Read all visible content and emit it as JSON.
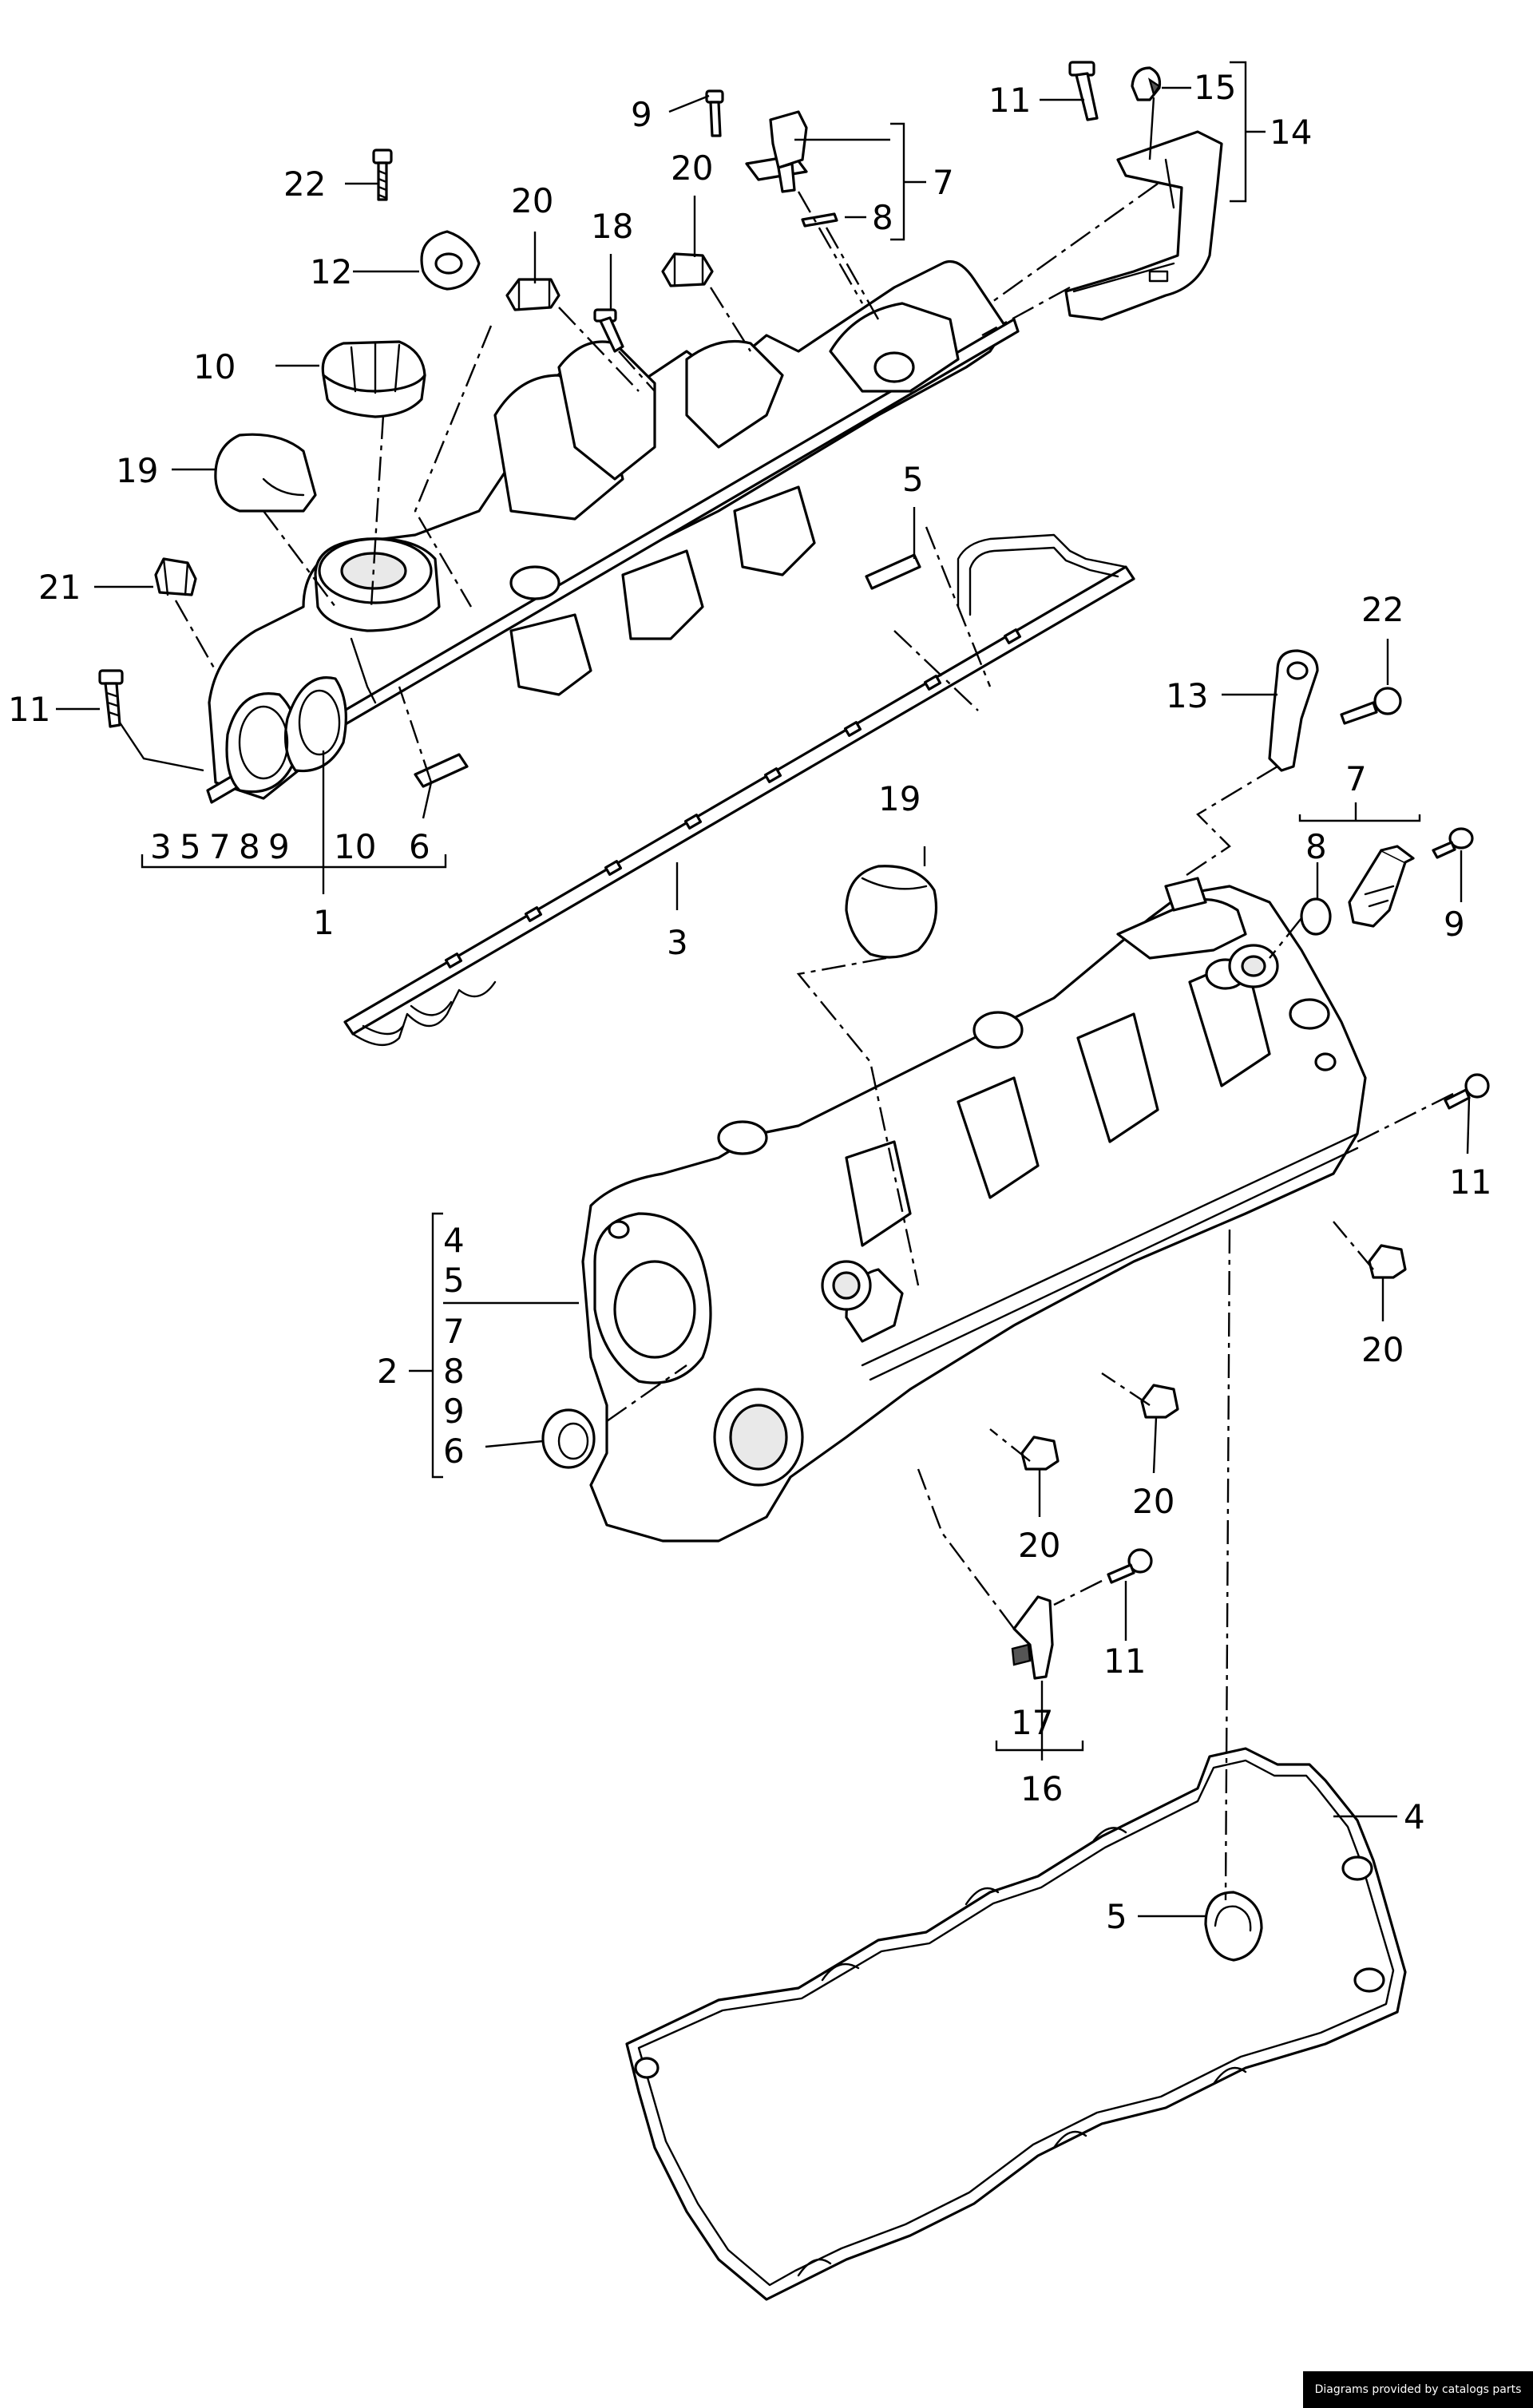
{
  "callouts": [
    {
      "id": "c9a",
      "text": "9"
    },
    {
      "id": "c11a",
      "text": "11"
    },
    {
      "id": "c15",
      "text": "15"
    },
    {
      "id": "c14",
      "text": "14"
    },
    {
      "id": "c22a",
      "text": "22"
    },
    {
      "id": "c20a",
      "text": "20"
    },
    {
      "id": "c20b",
      "text": "20"
    },
    {
      "id": "c7a",
      "text": "7"
    },
    {
      "id": "c8a",
      "text": "8"
    },
    {
      "id": "c12",
      "text": "12"
    },
    {
      "id": "c18",
      "text": "18"
    },
    {
      "id": "c10",
      "text": "10"
    },
    {
      "id": "c19a",
      "text": "19"
    },
    {
      "id": "c5a",
      "text": "5"
    },
    {
      "id": "c21",
      "text": "21"
    },
    {
      "id": "c11b",
      "text": "11"
    },
    {
      "id": "c22b",
      "text": "22"
    },
    {
      "id": "c13",
      "text": "13"
    },
    {
      "id": "c7b",
      "text": "7"
    },
    {
      "id": "c8b",
      "text": "8"
    },
    {
      "id": "c9b",
      "text": "9"
    },
    {
      "id": "c19b",
      "text": "19"
    },
    {
      "id": "c3",
      "text": "3"
    },
    {
      "id": "c1",
      "text": "1"
    },
    {
      "id": "c11c",
      "text": "11"
    },
    {
      "id": "c20c",
      "text": "20"
    },
    {
      "id": "c20d",
      "text": "20"
    },
    {
      "id": "c20e",
      "text": "20"
    },
    {
      "id": "c11d",
      "text": "11"
    },
    {
      "id": "c17",
      "text": "17"
    },
    {
      "id": "c16",
      "text": "16"
    },
    {
      "id": "c2",
      "text": "2"
    },
    {
      "id": "c4",
      "text": "4"
    },
    {
      "id": "c5b",
      "text": "5"
    }
  ],
  "group1": {
    "items": [
      "3",
      "5",
      "7",
      "8",
      "9",
      "10",
      "6"
    ]
  },
  "group2": {
    "items": [
      "4",
      "5",
      "7",
      "8",
      "9",
      "6"
    ]
  },
  "credit": "Diagrams provided by catalogs parts"
}
